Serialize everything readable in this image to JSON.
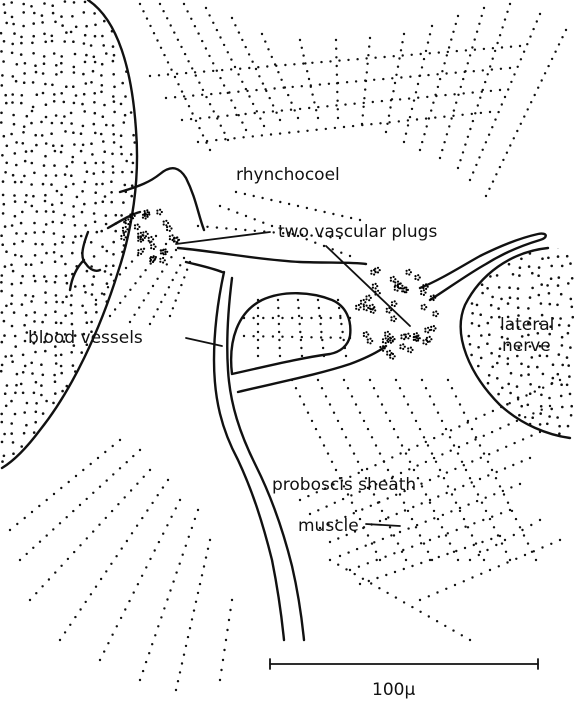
{
  "figure": {
    "labels": {
      "rhynchocoel": "rhynchocoel",
      "plugs": "two vascular plugs",
      "vessels": "blood vessels",
      "lateral_1": "lateral",
      "lateral_2": "nerve",
      "sheath": "proboscis sheath",
      "muscle": "muscle"
    },
    "scale_bar": {
      "label": "100μ"
    }
  }
}
